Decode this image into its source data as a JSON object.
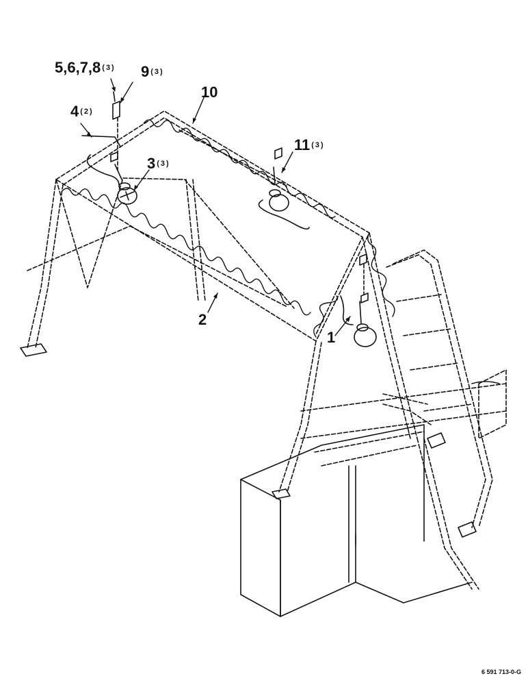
{
  "colors": {
    "ink": "#111111",
    "paper": "#ffffff"
  },
  "callouts": [
    {
      "id": "c-5678",
      "number": "5,6,7,8",
      "qty": "(3)"
    },
    {
      "id": "c-9",
      "number": "9",
      "qty": "(3)"
    },
    {
      "id": "c-10",
      "number": "10",
      "qty": ""
    },
    {
      "id": "c-4",
      "number": "4",
      "qty": "(2)"
    },
    {
      "id": "c-3",
      "number": "3",
      "qty": "(3)"
    },
    {
      "id": "c-11",
      "number": "11",
      "qty": "(3)"
    },
    {
      "id": "c-2",
      "number": "2",
      "qty": ""
    },
    {
      "id": "c-1",
      "number": "1",
      "qty": ""
    }
  ],
  "figure_number": "6 591 713-0-G"
}
